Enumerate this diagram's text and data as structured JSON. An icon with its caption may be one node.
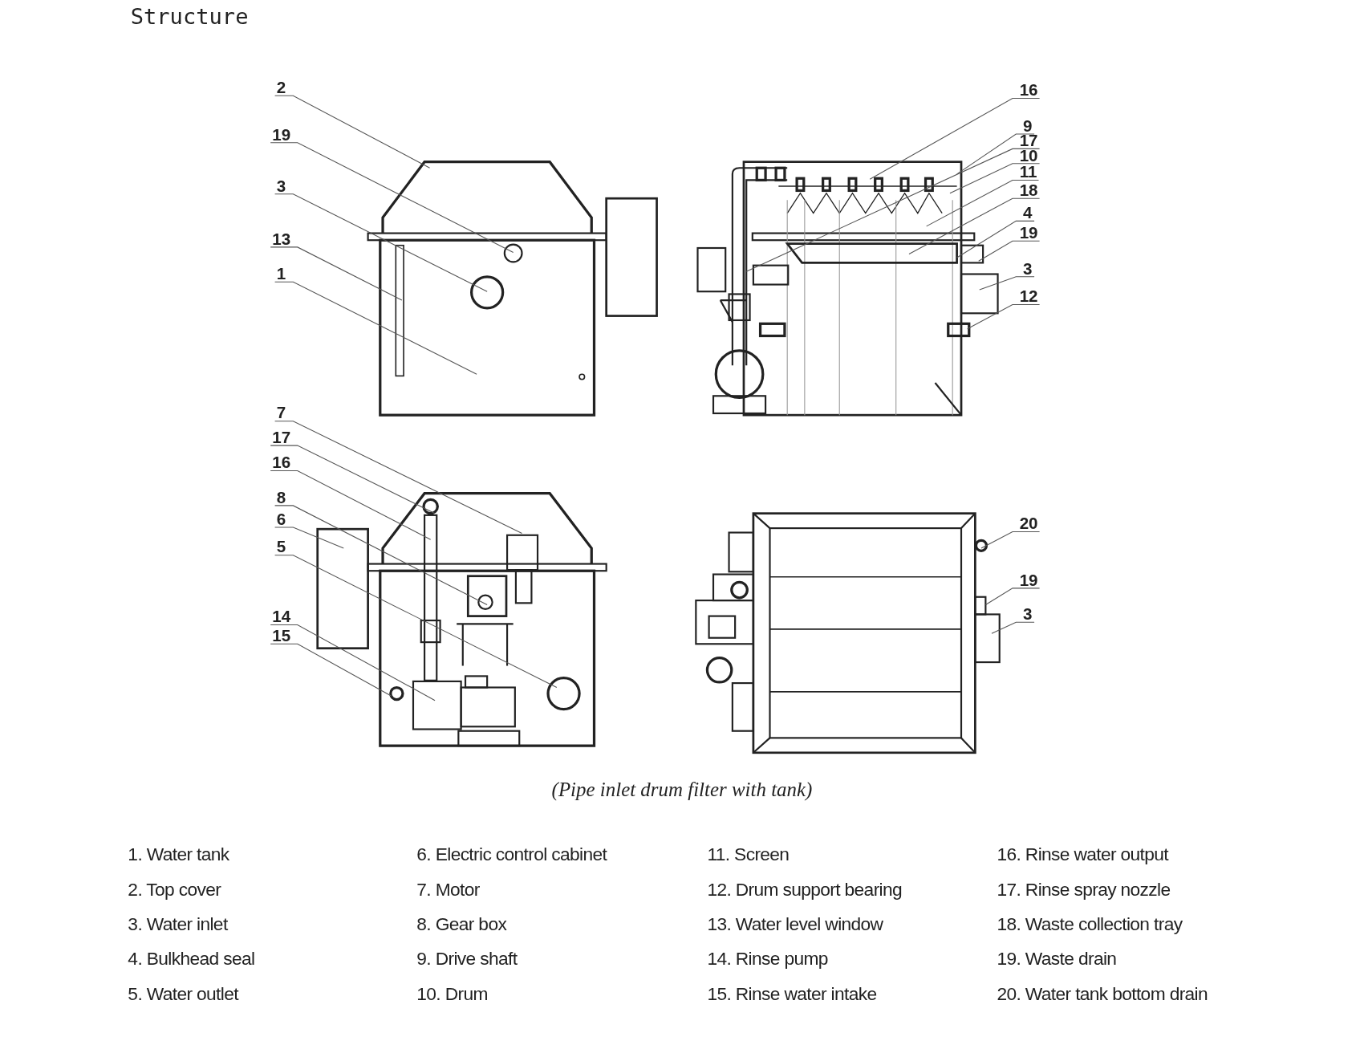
{
  "diagram": {
    "title": "Structure",
    "caption": "(Pipe inlet drum filter with tank)",
    "nodes": [
      {
        "text": [
          "2"
        ]
      },
      {
        "text": [
          "19"
        ]
      },
      {
        "text": [
          "3"
        ]
      },
      {
        "text": [
          "13"
        ]
      },
      {
        "text": [
          "1"
        ]
      },
      {
        "text": [
          "16"
        ]
      },
      {
        "text": [
          "9"
        ]
      },
      {
        "text": [
          "17"
        ]
      },
      {
        "text": [
          "10"
        ]
      },
      {
        "text": [
          "11"
        ]
      },
      {
        "text": [
          "18"
        ]
      },
      {
        "text": [
          "4"
        ]
      },
      {
        "text": [
          "19"
        ]
      },
      {
        "text": [
          "3"
        ]
      },
      {
        "text": [
          "12"
        ]
      },
      {
        "text": [
          "7"
        ]
      },
      {
        "text": [
          "17"
        ]
      },
      {
        "text": [
          "16"
        ]
      },
      {
        "text": [
          "8"
        ]
      },
      {
        "text": [
          "6"
        ]
      },
      {
        "text": [
          "5"
        ]
      },
      {
        "text": [
          "14"
        ]
      },
      {
        "text": [
          "15"
        ]
      },
      {
        "text": [
          "20"
        ]
      },
      {
        "text": [
          "19"
        ]
      },
      {
        "text": [
          "3"
        ]
      }
    ],
    "edges": [
      {
        "from": 0,
        "to": null,
        "arrow": "none"
      },
      {
        "from": 1,
        "to": null,
        "arrow": "none"
      },
      {
        "from": 2,
        "to": null,
        "arrow": "none"
      },
      {
        "from": 3,
        "to": null,
        "arrow": "none"
      },
      {
        "from": 4,
        "to": null,
        "arrow": "none"
      },
      {
        "from": 5,
        "to": null,
        "arrow": "none"
      },
      {
        "from": 6,
        "to": null,
        "arrow": "none"
      },
      {
        "from": 7,
        "to": null,
        "arrow": "none"
      },
      {
        "from": 8,
        "to": null,
        "arrow": "none"
      },
      {
        "from": 9,
        "to": null,
        "arrow": "none"
      },
      {
        "from": 10,
        "to": null,
        "arrow": "none"
      },
      {
        "from": 11,
        "to": null,
        "arrow": "none"
      },
      {
        "from": 12,
        "to": null,
        "arrow": "none"
      },
      {
        "from": 13,
        "to": null,
        "arrow": "none"
      },
      {
        "from": 14,
        "to": null,
        "arrow": "none"
      },
      {
        "from": 15,
        "to": null,
        "arrow": "none"
      },
      {
        "from": 16,
        "to": null,
        "arrow": "none"
      },
      {
        "from": 17,
        "to": null,
        "arrow": "none"
      },
      {
        "from": 18,
        "to": null,
        "arrow": "none"
      },
      {
        "from": 19,
        "to": null,
        "arrow": "none"
      },
      {
        "from": 20,
        "to": null,
        "arrow": "none"
      },
      {
        "from": 21,
        "to": null,
        "arrow": "none"
      },
      {
        "from": 22,
        "to": null,
        "arrow": "none"
      },
      {
        "from": 23,
        "to": null,
        "arrow": "none"
      },
      {
        "from": 24,
        "to": null,
        "arrow": "none"
      },
      {
        "from": 25,
        "to": null,
        "arrow": "none"
      }
    ],
    "labels": [
      "1. Water tank",
      "6. Electric control cabinet",
      "11. Screen",
      "16. Rinse water output",
      "2. Top cover",
      "7. Motor",
      "12. Drum support bearing",
      "17. Rinse spray nozzle",
      "3. Water inlet",
      "8. Gear box",
      "13. Water level window",
      "18. Waste collection tray",
      "4. Bulkhead seal",
      "9. Drive shaft",
      "14. Rinse pump",
      "19. Waste drain",
      "5. Water outlet",
      "10. Drum",
      "15. Rinse water intake",
      "20. Water tank bottom drain"
    ]
  }
}
